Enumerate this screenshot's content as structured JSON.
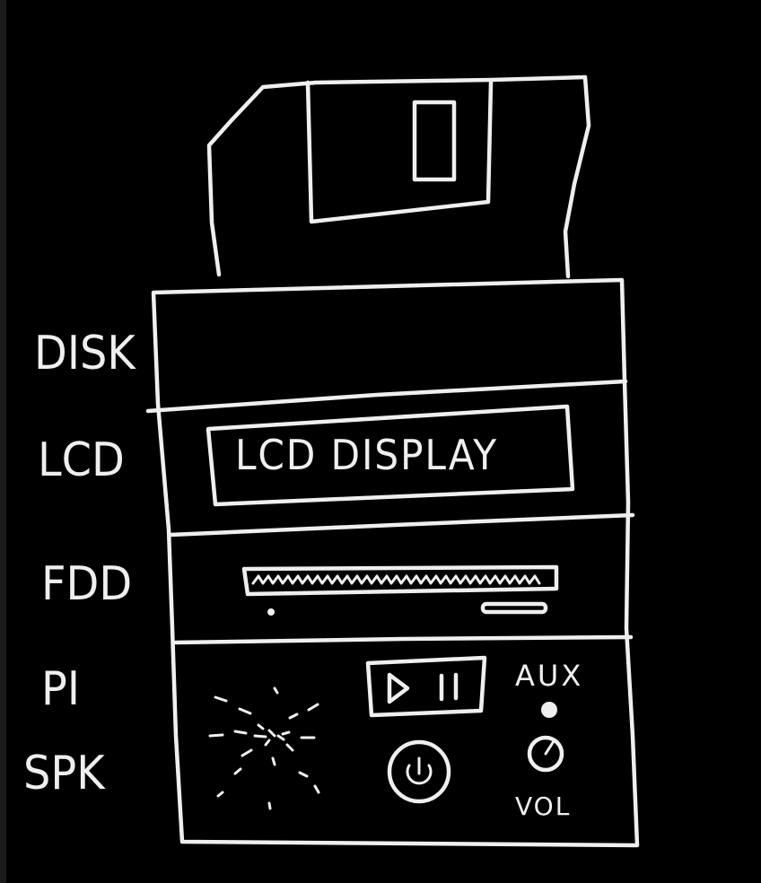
{
  "diagram": {
    "side_labels": {
      "disk": "DISK",
      "lcd": "LCD",
      "fdd": "FDD",
      "pi": "PI",
      "spk": "SPK"
    },
    "lcd_display_text": "LCD DISPLAY",
    "controls": {
      "play_pause_symbol": "▷ ॥",
      "aux_label": "AUX",
      "volume_label": "VOL"
    },
    "colors": {
      "background": "#000000",
      "chalk": "#efefef"
    }
  }
}
